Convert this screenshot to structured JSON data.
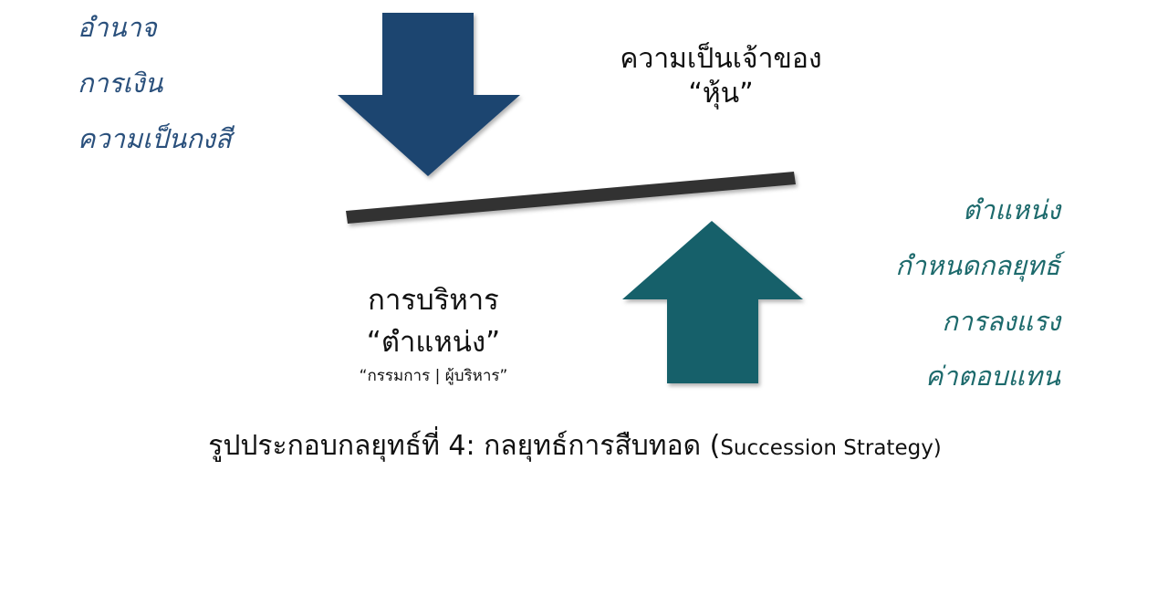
{
  "left_list": [
    "อำนาจ",
    "การเงิน",
    "ความเป็นกงสี"
  ],
  "ownership": {
    "line1": "ความเป็นเจ้าของ",
    "line2": "“หุ้น”"
  },
  "right_list": [
    "ตำแหน่ง",
    "กำหนดกลยุทธ์",
    "การลงแรง",
    "ค่าตอบแทน"
  ],
  "management": {
    "line1": "การบริหาร",
    "line2": "“ตำแหน่ง”",
    "line3": "“กรรมการ | ผู้บริหาร”"
  },
  "caption": {
    "thai": "รูปประกอบกลยุทธ์ที่ 4: กลยุทธ์การสืบทอด (",
    "english": "Succession Strategy)"
  },
  "colors": {
    "down_arrow": "#1d4470",
    "up_arrow": "#12606a",
    "lever": "#333333"
  }
}
